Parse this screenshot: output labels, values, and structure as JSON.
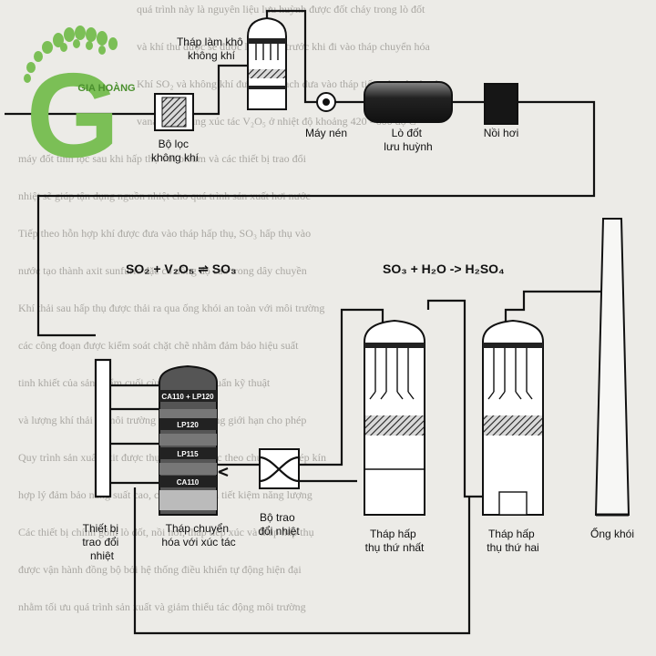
{
  "logo": {
    "brand": "GIA HOÀNG",
    "letter": "G",
    "color": "#7bbf56"
  },
  "equations": {
    "converter": "SO₂ + V₂O₅ ⇌ SO₃",
    "absorber": "SO₃ + H₂O -> H₂SO₄"
  },
  "labels": {
    "dryer": [
      "Tháp làm khô",
      "không khí"
    ],
    "air_filter": [
      "Bộ lọc",
      "không khí"
    ],
    "compressor": [
      "Máy nén"
    ],
    "burner": [
      "Lò đốt",
      "lưu huỳnh"
    ],
    "boiler": [
      "Nồi hơi"
    ],
    "heat_exchanger": [
      "Thiết bị",
      "trao đổi",
      "nhiệt"
    ],
    "converter": [
      "Tháp chuyển",
      "hóa với xúc tác"
    ],
    "small_exchanger": [
      "Bộ trao",
      "đổi nhiệt"
    ],
    "absorber1": [
      "Tháp hấp",
      "thụ thứ nhất"
    ],
    "absorber2": [
      "Tháp hấp",
      "thụ thứ hai"
    ],
    "stack": [
      "Ống khói"
    ]
  },
  "converter_trays": [
    "CA110 + LP120",
    "LP120",
    "LP115",
    "CA110"
  ],
  "background_text": [
    "quá trình này là nguyên liệu lưu huỳnh được đốt cháy trong lò đốt",
    "và khí thu được sẽ được làm sạch trước khi đi vào tháp chuyển hóa",
    "Khí SO₂ và không khí được làm sạch đưa vào tháp tiếp xúc có xúc tác",
    "vanadi, sử dụng xúc tác V₂O₅ ở nhiệt độ khoảng 420 - 600 độ C",
    "máy đốt tinh lọc sau khi hấp thụ với oleum và các thiết bị trao đổi",
    "nhiệt sẽ giúp tận dụng nguồn nhiệt cho quá trình sản xuất hơi nước",
    "Tiếp theo hỗn hợp khí được đưa vào tháp hấp thụ, SO₃ hấp thụ vào",
    "nước tạo thành axit sunfuric đặc có nồng độ cao trong dây chuyền",
    "Khí thải sau hấp thụ được thải ra qua ống khói an toàn với môi trường",
    "các công đoạn được kiểm soát chặt chẽ nhằm đảm bảo hiệu suất",
    "tinh khiết của sản phẩm cuối cùng đạt tiêu chuẩn kỹ thuật",
    "và lượng khí thải ra môi trường luôn nằm trong giới hạn cho phép",
    "Quy trình sản xuất axit được thực hiện liên tục theo chu trình khép kín",
    "hợp lý đảm bảo năng suất cao, chi phí thấp và tiết kiệm năng lượng",
    "Các thiết bị chính gồm lò đốt, nồi hơi, tháp tiếp xúc và tháp hấp thụ",
    "được vận hành đồng bộ bởi hệ thống điều khiển tự động hiện đại",
    "nhằm tối ưu quá trình sản xuất và giảm thiểu tác động môi trường"
  ]
}
